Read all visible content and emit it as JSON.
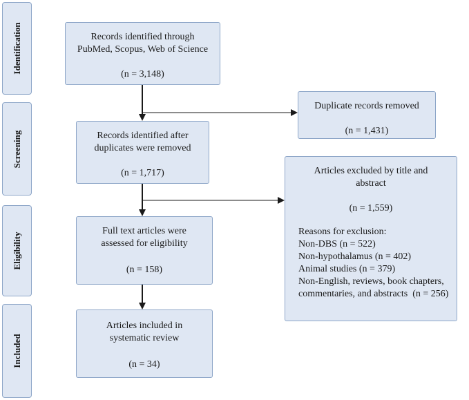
{
  "phases": {
    "identification": "Identification",
    "screening": "Screening",
    "eligibility": "Eligibility",
    "included": "Included"
  },
  "boxes": {
    "identified": {
      "line1": "Records identified through",
      "line2": "PubMed, Scopus, Web of Science",
      "count": "(n = 3,148)"
    },
    "duplicates": {
      "line1": "Duplicate records removed",
      "count": "(n = 1,431)"
    },
    "after_duplicates": {
      "line1": "Records identified after",
      "line2": "duplicates were removed",
      "count": "(n = 1,717)"
    },
    "excluded": {
      "line1": "Articles excluded by title and",
      "line2": "abstract",
      "count": "(n = 1,559)",
      "reasons_title": "Reasons for exclusion:",
      "reasons": [
        "Non-DBS (n = 522)",
        "Non-hypothalamus (n = 402)",
        "Animal studies (n = 379)",
        "Non-English, reviews, book chapters,",
        "commentaries, and abstracts  (n = 256)"
      ]
    },
    "full_text": {
      "line1": "Full text articles were",
      "line2": "assessed for eligibility",
      "count": "(n = 158)"
    },
    "included": {
      "line1": "Articles included in",
      "line2": "systematic review",
      "count": "(n = 34)"
    }
  },
  "colors": {
    "box_fill": "#dfe7f3",
    "box_border": "#8da6c8",
    "arrow": "#1a1a1a"
  }
}
